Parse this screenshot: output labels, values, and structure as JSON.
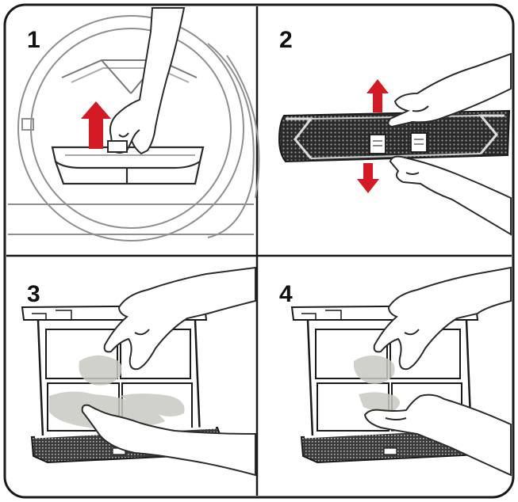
{
  "steps": [
    {
      "number": "1"
    },
    {
      "number": "2"
    },
    {
      "number": "3"
    },
    {
      "number": "4"
    }
  ],
  "colors": {
    "border": "#1a1a1a",
    "line_art": "#2b2b2b",
    "light_line": "#9a9a9a",
    "arrow_red": "#d41a23",
    "filter_dark": "#2a2a2a",
    "lint": "#c9c9c3"
  }
}
